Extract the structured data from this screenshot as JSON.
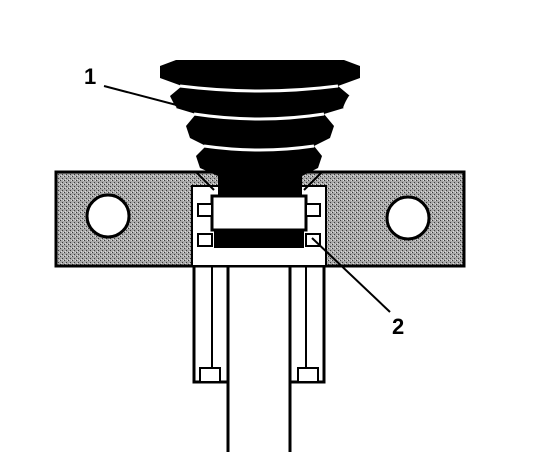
{
  "callouts": [
    {
      "id": "1",
      "label": "1",
      "part": "boot"
    },
    {
      "id": "2",
      "label": "2",
      "part": "seal-ring"
    }
  ],
  "colors": {
    "ink": "#000000",
    "paper": "#ffffff",
    "stipple": "#9a9a9a"
  }
}
